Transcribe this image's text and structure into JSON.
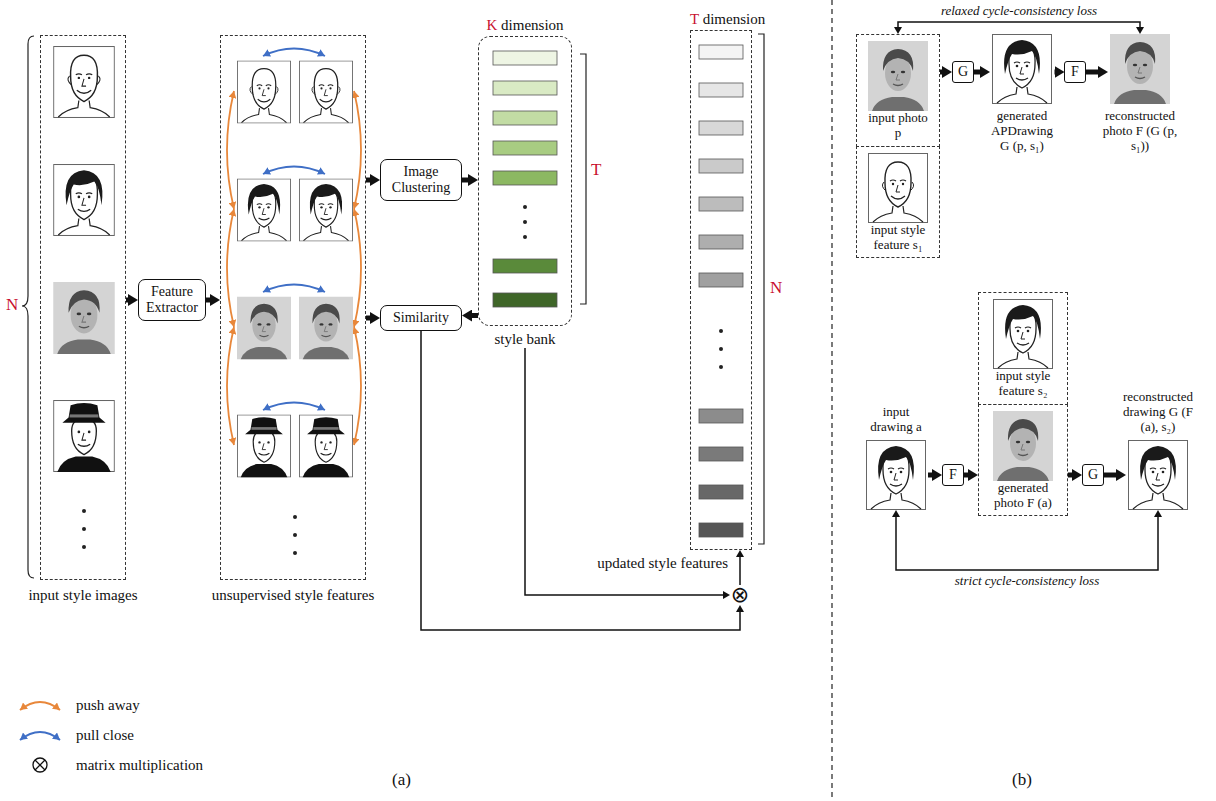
{
  "diagram": {
    "nodes": [
      {
        "text": [
          "input style images"
        ]
      },
      {
        "text": [
          "Feature Extractor"
        ]
      },
      {
        "text": [
          "unsupervised style features"
        ]
      },
      {
        "text": [
          "Image Clustering"
        ]
      },
      {
        "text": [
          "Similarity"
        ]
      },
      {
        "text": [
          "K dimension",
          "style bank"
        ]
      },
      {
        "text": [
          "T dimension",
          "updated style features"
        ]
      },
      {
        "text": [
          "⊗"
        ]
      },
      {
        "text": [
          "input photo p"
        ]
      },
      {
        "text": [
          "input style feature s₁"
        ]
      },
      {
        "text": [
          "G"
        ]
      },
      {
        "text": [
          "generated APDrawing G (p, s₁)"
        ]
      },
      {
        "text": [
          "F"
        ]
      },
      {
        "text": [
          "reconstructed photo F (G (p, s₁))"
        ]
      },
      {
        "text": [
          "input drawing a"
        ]
      },
      {
        "text": [
          "F"
        ]
      },
      {
        "text": [
          "input style feature s₂"
        ]
      },
      {
        "text": [
          "generated photo F (a)"
        ]
      },
      {
        "text": [
          "G"
        ]
      },
      {
        "text": [
          "reconstructed drawing G (F (a), s₂)"
        ]
      }
    ],
    "edges": [
      {
        "from": 0,
        "to": 1,
        "arrow": "to"
      },
      {
        "from": 1,
        "to": 2,
        "arrow": "to"
      },
      {
        "from": 2,
        "to": 3,
        "arrow": "to"
      },
      {
        "from": 2,
        "to": 4,
        "arrow": "to"
      },
      {
        "from": 3,
        "to": 5,
        "arrow": "to"
      },
      {
        "from": 5,
        "to": 4,
        "arrow": "to"
      },
      {
        "from": 5,
        "to": 7,
        "arrow": "to"
      },
      {
        "from": 4,
        "to": 7,
        "arrow": "to"
      },
      {
        "from": 7,
        "to": 6,
        "arrow": "to"
      },
      {
        "from": 8,
        "to": 10,
        "arrow": "to"
      },
      {
        "from": 10,
        "to": 11,
        "arrow": "to"
      },
      {
        "from": 11,
        "to": 12,
        "arrow": "to"
      },
      {
        "from": 12,
        "to": 13,
        "arrow": "to"
      },
      {
        "from": 8,
        "to": 13,
        "label": "relaxed cycle-consistency loss",
        "arrow": "both"
      },
      {
        "from": 14,
        "to": 15,
        "arrow": "to"
      },
      {
        "from": 15,
        "to": 17,
        "arrow": "to"
      },
      {
        "from": 17,
        "to": 18,
        "arrow": "to"
      },
      {
        "from": 18,
        "to": 19,
        "arrow": "to"
      },
      {
        "from": 14,
        "to": 19,
        "label": "strict cycle-consistency loss",
        "arrow": "both"
      }
    ],
    "labels": [
      "N",
      "T",
      "N",
      "(a)",
      "(b)"
    ],
    "legend": [
      {
        "text": "push away"
      },
      {
        "text": "pull close"
      },
      {
        "text": "matrix multiplication"
      }
    ]
  }
}
